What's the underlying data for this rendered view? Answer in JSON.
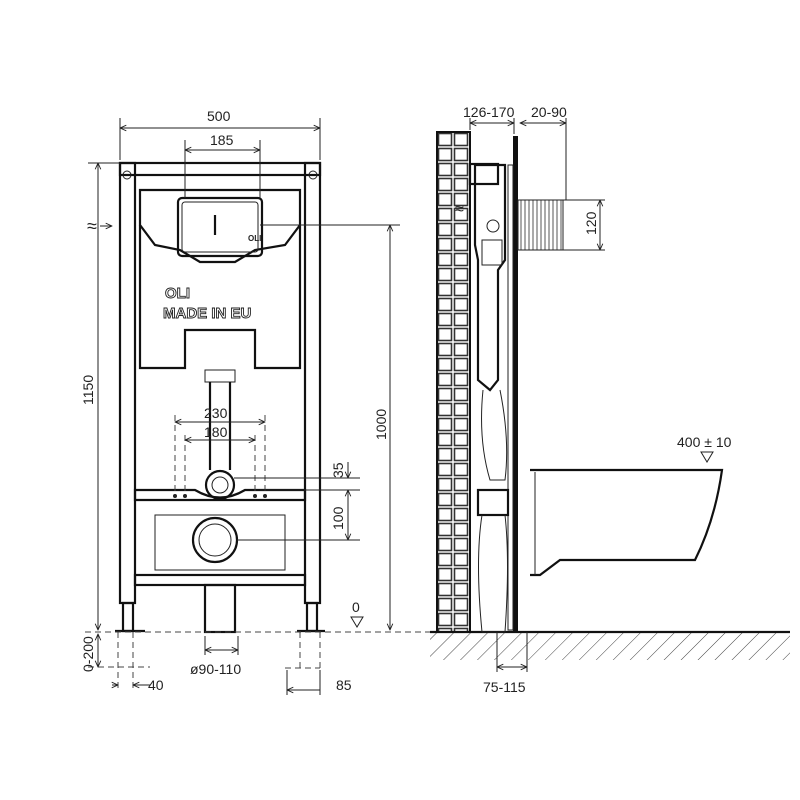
{
  "front_view": {
    "brand": "OLI",
    "marking": "MADE IN EU",
    "dims": {
      "width": "500",
      "plate_width": "185",
      "height": "1150",
      "inlet_height": "1000",
      "fix_outer": "230",
      "fix_inner": "180",
      "d35": "35",
      "d100": "100",
      "floor_level": "0",
      "leg_adjust": "0-200",
      "leg_width": "40",
      "outlet_diameter": "ø90-110",
      "foot_width": "85"
    }
  },
  "side_view": {
    "dims": {
      "depth": "126-170",
      "wall_finish": "20-90",
      "plate_height": "120",
      "seat_height": "400 ± 10",
      "outlet_offset": "75-115"
    }
  },
  "icons": [
    "water-inlet-wave-icon",
    "level-triangle-icon"
  ]
}
